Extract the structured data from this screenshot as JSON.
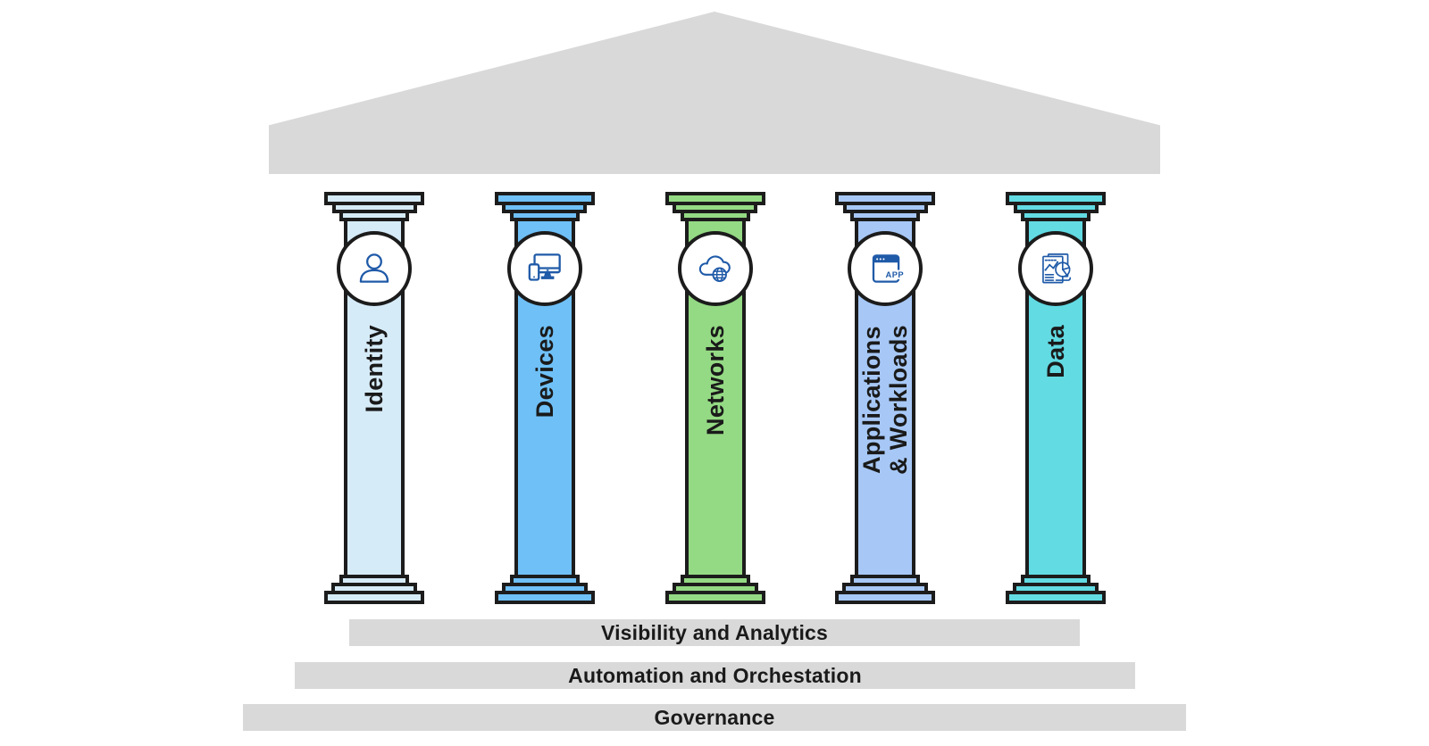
{
  "colors": {
    "background": "#ffffff",
    "roof": "#d9d9d9",
    "foundation_bar": "#d9d9d9",
    "outline": "#1c1c1c",
    "icon_stroke": "#1f5aa8",
    "text": "#1a1a1a"
  },
  "pillars": [
    {
      "label": "Identity",
      "color": "#d6ebf8",
      "icon": "user-icon"
    },
    {
      "label": "Devices",
      "color": "#6fc0f7",
      "icon": "devices-icon"
    },
    {
      "label": "Networks",
      "color": "#94da84",
      "icon": "cloud-network-icon"
    },
    {
      "label": "Applications\n& Workloads",
      "color": "#a7c8f6",
      "icon": "app-window-icon"
    },
    {
      "label": "Data",
      "color": "#62dbe3",
      "icon": "data-report-icon"
    }
  ],
  "foundation": [
    {
      "label": "Visibility and Analytics"
    },
    {
      "label": "Automation and Orchestation"
    },
    {
      "label": "Governance"
    }
  ]
}
